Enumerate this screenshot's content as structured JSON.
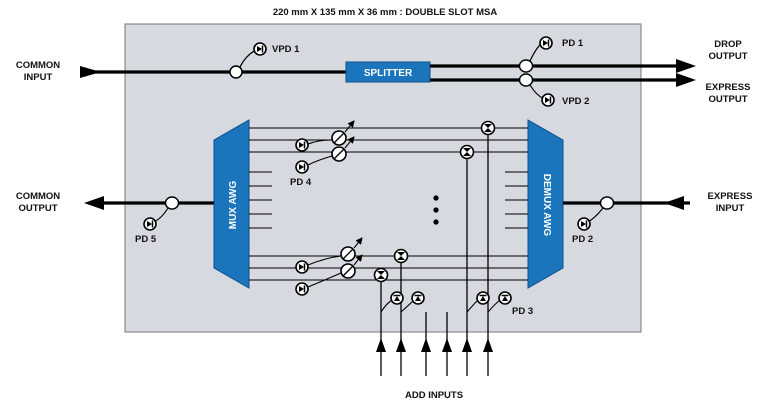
{
  "title": "220 mm X 135 mm X 36 mm : DOUBLE SLOT MSA",
  "labels": {
    "common_input": [
      "COMMON",
      "INPUT"
    ],
    "common_output": [
      "COMMON",
      "OUTPUT"
    ],
    "drop_output": [
      "DROP",
      "OUTPUT"
    ],
    "express_output": [
      "EXPRESS",
      "OUTPUT"
    ],
    "express_input": [
      "EXPRESS",
      "INPUT"
    ],
    "add_inputs": "ADD INPUTS"
  },
  "blocks": {
    "splitter": "SPLITTER",
    "mux": "MUX AWG",
    "demux": "DEMUX AWG"
  },
  "detectors": {
    "vpd1": "VPD 1",
    "vpd2": "VPD 2",
    "pd1": "PD 1",
    "pd2": "PD 2",
    "pd3": "PD 3",
    "pd4": "PD 4",
    "pd5": "PD 5"
  },
  "colors": {
    "module_fill": "#d6d9df",
    "block_blue": "#1b75bc",
    "line": "#000000"
  }
}
